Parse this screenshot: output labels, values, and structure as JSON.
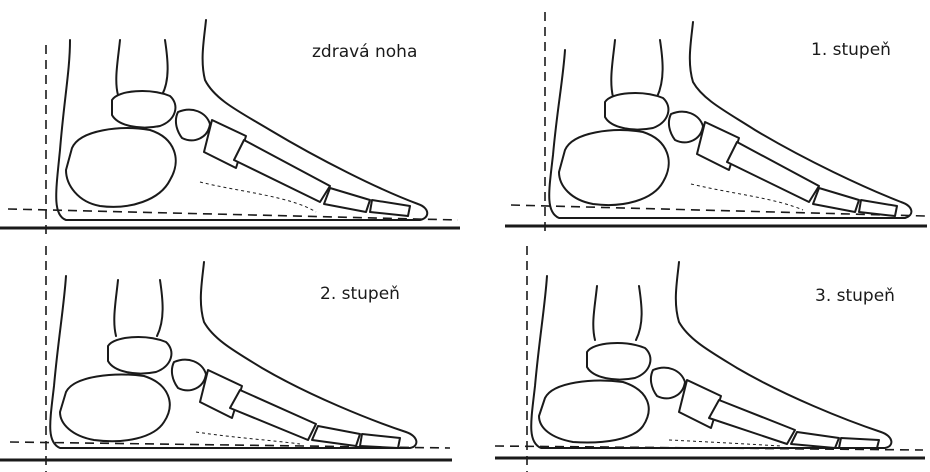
{
  "panels": [
    {
      "label": "zdravá noha"
    },
    {
      "label": "1. stupeň"
    },
    {
      "label": "2. stupeň"
    },
    {
      "label": "3. stupeň"
    }
  ]
}
